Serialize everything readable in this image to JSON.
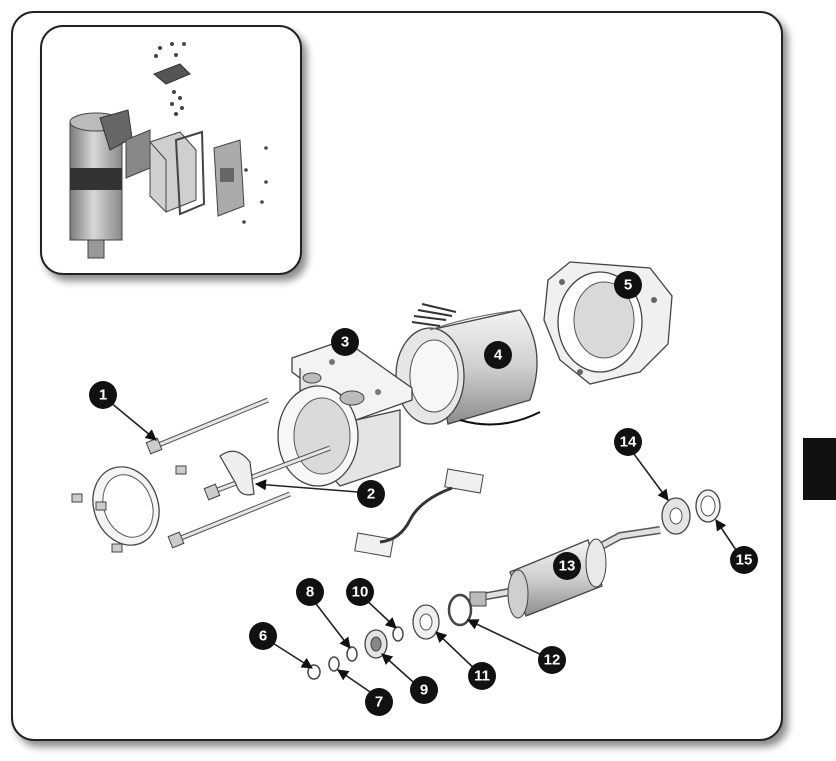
{
  "diagram": {
    "tab_color": "#111111",
    "callouts": [
      {
        "id": "c1",
        "label": "1"
      },
      {
        "id": "c2",
        "label": "2"
      },
      {
        "id": "c3",
        "label": "3"
      },
      {
        "id": "c4",
        "label": "4"
      },
      {
        "id": "c5",
        "label": "5"
      },
      {
        "id": "c6",
        "label": "6"
      },
      {
        "id": "c7",
        "label": "7"
      },
      {
        "id": "c8",
        "label": "8"
      },
      {
        "id": "c9",
        "label": "9"
      },
      {
        "id": "c10",
        "label": "10"
      },
      {
        "id": "c11",
        "label": "11"
      },
      {
        "id": "c12",
        "label": "12"
      },
      {
        "id": "c13",
        "label": "13"
      },
      {
        "id": "c14",
        "label": "14"
      },
      {
        "id": "c15",
        "label": "15"
      }
    ]
  }
}
